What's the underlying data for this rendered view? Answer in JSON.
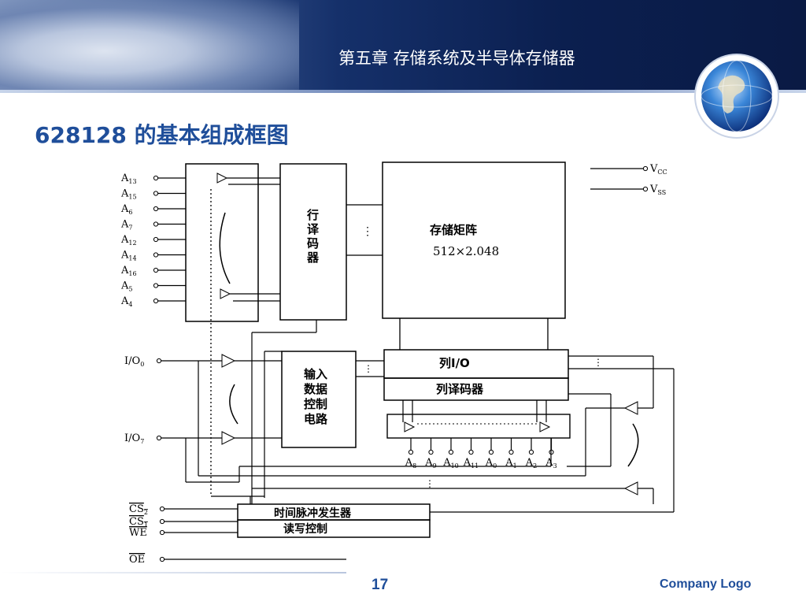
{
  "header": {
    "chapter_title": "第五章 存储系统及半导体存储器"
  },
  "slide": {
    "title": "628128  的基本组成框图"
  },
  "diagram": {
    "address_pins_left": [
      {
        "base": "A",
        "sub": "13"
      },
      {
        "base": "A",
        "sub": "15"
      },
      {
        "base": "A",
        "sub": "6"
      },
      {
        "base": "A",
        "sub": "7"
      },
      {
        "base": "A",
        "sub": "12"
      },
      {
        "base": "A",
        "sub": "14"
      },
      {
        "base": "A",
        "sub": "16"
      },
      {
        "base": "A",
        "sub": "5"
      },
      {
        "base": "A",
        "sub": "4"
      }
    ],
    "io_pins": [
      {
        "base": "I/O",
        "sub": "0"
      },
      {
        "base": "I/O",
        "sub": "7"
      }
    ],
    "power": {
      "vcc": {
        "base": "V",
        "sub": "CC"
      },
      "vss": {
        "base": "V",
        "sub": "SS"
      }
    },
    "row_decoder": {
      "label_chars": [
        "行",
        "译",
        "码",
        "器"
      ]
    },
    "memory_array": {
      "title": "存储矩阵",
      "size": "512×2.048"
    },
    "column_io": {
      "label": "列I/O"
    },
    "column_decoder": {
      "label": "列译码器"
    },
    "input_data_control": {
      "label_lines": [
        "输入",
        "数据",
        "控制",
        "电路"
      ]
    },
    "address_pins_bottom": [
      {
        "base": "A",
        "sub": "8"
      },
      {
        "base": "A",
        "sub": "9"
      },
      {
        "base": "A",
        "sub": "10"
      },
      {
        "base": "A",
        "sub": "11"
      },
      {
        "base": "A",
        "sub": "0"
      },
      {
        "base": "A",
        "sub": "1"
      },
      {
        "base": "A",
        "sub": "2"
      },
      {
        "base": "A",
        "sub": "3"
      }
    ],
    "timing_generator": {
      "label": "时间脉冲发生器"
    },
    "rw_control": {
      "label": "读写控制"
    },
    "control_pins": [
      {
        "base": "CS",
        "sub": "2"
      },
      {
        "base": "CS",
        "sub": "1"
      },
      {
        "base": "WE",
        "sub": ""
      },
      {
        "base": "OE",
        "sub": ""
      }
    ]
  },
  "footer": {
    "page_number": "17",
    "company_logo": "Company Logo"
  }
}
